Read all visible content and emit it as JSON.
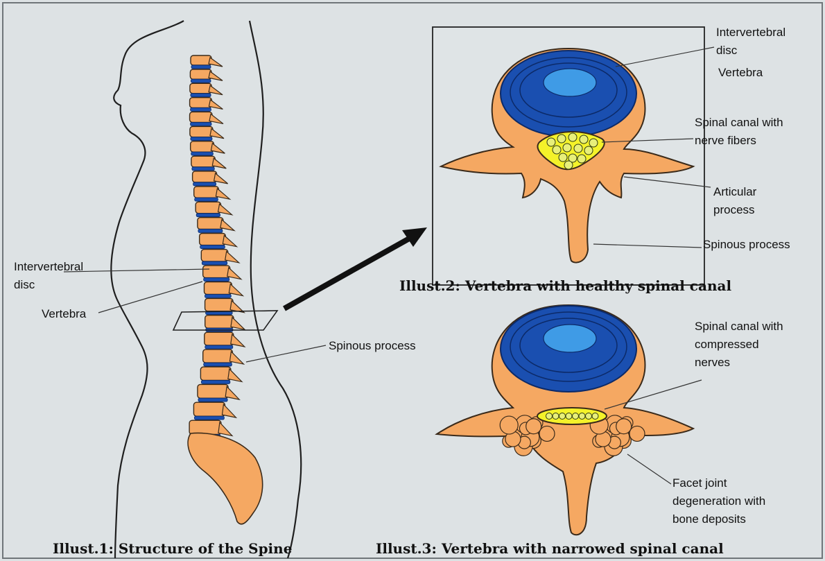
{
  "colors": {
    "bone": "#f5a862",
    "bone_outline": "#3a2a1a",
    "disc_blue": "#1a4fb0",
    "disc_light_blue": "#3f9be6",
    "nerve_yellow": "#f4f22a",
    "arrow": "#111111",
    "background": "#dde2e4"
  },
  "illust1": {
    "caption": "Illust.1: Structure of the Spine",
    "labels": {
      "intervertebral_disc": "Intervertebral\ndisc",
      "vertebra": "Vertebra",
      "spinous_process": "Spinous process"
    }
  },
  "illust2": {
    "caption": "Illust.2: Vertebra with healthy spinal canal",
    "labels": {
      "intervertebral_disc": "Intervertebral\ndisc",
      "vertebra": "Vertebra",
      "spinal_canal": "Spinal canal with\nnerve fibers",
      "articular_process": "Articular\nprocess",
      "spinous_process": "Spinous process"
    }
  },
  "illust3": {
    "caption": "Illust.3: Vertebra with narrowed spinal canal",
    "labels": {
      "spinal_canal": "Spinal canal with\ncompressed\nnerves",
      "facet_joint": "Facet joint\ndegeneration with\nbone deposits"
    }
  }
}
